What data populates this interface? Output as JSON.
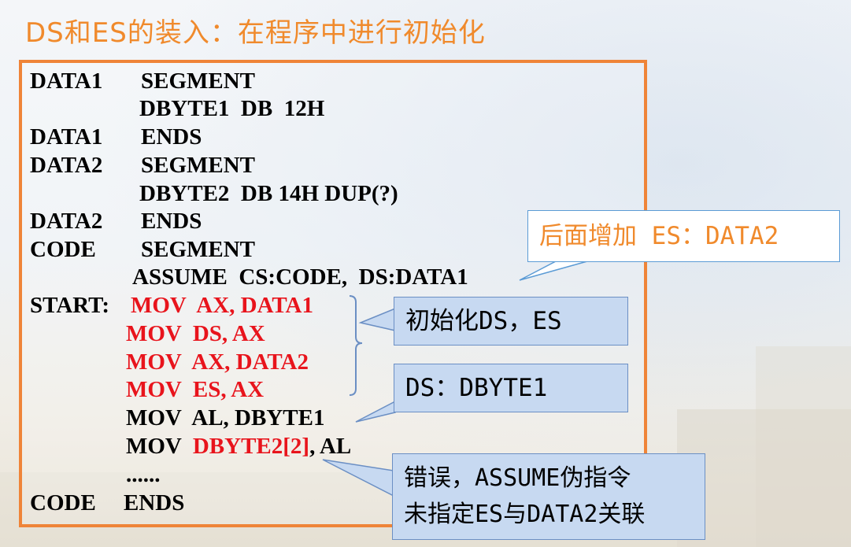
{
  "title": "DS和ES的装入：在程序中进行初始化",
  "code": {
    "l1a": "DATA1",
    "l1b": "SEGMENT",
    "l2": "DBYTE1  DB  12H",
    "l3a": "DATA1",
    "l3b": "ENDS",
    "l4a": "DATA2",
    "l4b": "SEGMENT",
    "l5": "DBYTE2  DB 14H DUP(?)",
    "l6a": "DATA2",
    "l6b": "ENDS",
    "l7a": "CODE",
    "l7b": "SEGMENT",
    "l8": "ASSUME  CS:CODE,  DS:DATA1",
    "l9_label": "START:",
    "l9_red": "MOV  AX, DATA1",
    "l10_red": "MOV  DS, AX",
    "l11_red": "MOV  AX, DATA2",
    "l12_red": "MOV  ES, AX",
    "l13": "MOV  AL, DBYTE1",
    "l14_mov": "MOV",
    "l14_red": "DBYTE2[2]",
    "l14_rest": ", AL",
    "l15": "......",
    "l16a": "CODE",
    "l16b": "ENDS"
  },
  "callouts": {
    "add_es": "后面增加 ES：DATA2",
    "init": "初始化DS，ES",
    "ds_dbyte": "DS：DBYTE1",
    "error_line1": "错误，ASSUME伪指令",
    "error_line2": "未指定ES与DATA2关联"
  },
  "colors": {
    "title": "#f08a2c",
    "frame": "#ef8438",
    "highlight_red": "#e8141c",
    "callout_fill": "#c7d9f1",
    "callout_border": "#5b9bd5"
  }
}
